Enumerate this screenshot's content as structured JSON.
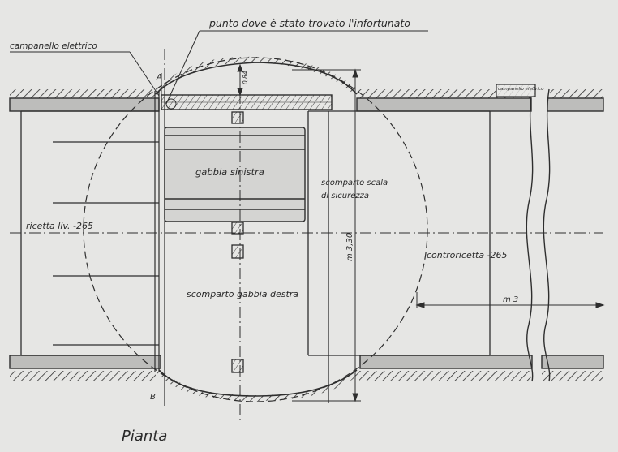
{
  "labels": {
    "found_point": "punto dove è stato trovato l'infortunato",
    "bell": "campanello elettrico",
    "bell_box": "campanello elettrico",
    "point_a": "A",
    "point_b": "B",
    "left_cage": "gabbia sinistra",
    "right_cage": "scomparto gabbia destra",
    "stair_line1": "scomparto scala",
    "stair_line2": "di sicurezza",
    "ricetta": "ricetta liv. -265",
    "controricetta": "controricetta -265",
    "dim_height": "m 3,30",
    "dim_width": "m 3",
    "dim_small": "0,84",
    "plan_title": "Pianta"
  },
  "colors": {
    "paper": "#e6e6e4",
    "ink": "#2e2e2e",
    "band": "#b9b9b7"
  }
}
